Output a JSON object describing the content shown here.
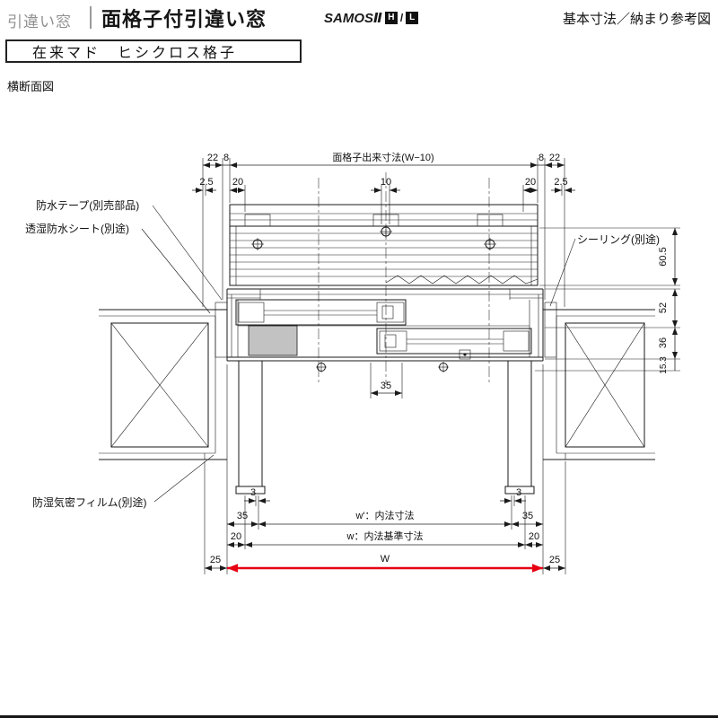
{
  "header": {
    "category": "引違い窓",
    "title": "面格子付引違い窓",
    "brand": "SAMOSⅡ",
    "brand_h": "H",
    "brand_slash": "/",
    "brand_l": "L",
    "note": "基本寸法／納まり参考図"
  },
  "subtitle": "在来マド　ヒシクロス格子",
  "view_label": "横断面図",
  "callouts": {
    "waterproof_tape": "防水テープ(別売部品)",
    "breathable_sheet": "透湿防水シート(別途)",
    "sealing": "シーリング(別途)",
    "vapor_film": "防湿気密フィルム(別途)"
  },
  "dims": {
    "top_22_left": "22",
    "top_8_left": "8",
    "grille_width": "面格子出来寸法(W−10)",
    "top_8_right": "8",
    "top_22_right": "22",
    "top_2_5_left": "2.5",
    "top_20_left": "20",
    "top_10_center": "10",
    "top_20_right": "20",
    "top_2_5_right": "2.5",
    "side_60_5": "60.5",
    "side_52": "52",
    "side_36": "36",
    "side_15_3": "15.3",
    "mid_35": "35",
    "bottom_3_left": "3",
    "bottom_3_right": "3",
    "bottom_35_left": "35",
    "bottom_35_right": "35",
    "inner_width_label": "w'：内法寸法",
    "bottom_20_left": "20",
    "bottom_20_right": "20",
    "base_width_label": "w：内法基準寸法",
    "bottom_25_left": "25",
    "bottom_25_right": "25",
    "overall_width_label": "W"
  },
  "colors": {
    "accent_red": "#e60012",
    "category_gray": "#8f8f8f",
    "line_black": "#1a1a1a"
  }
}
